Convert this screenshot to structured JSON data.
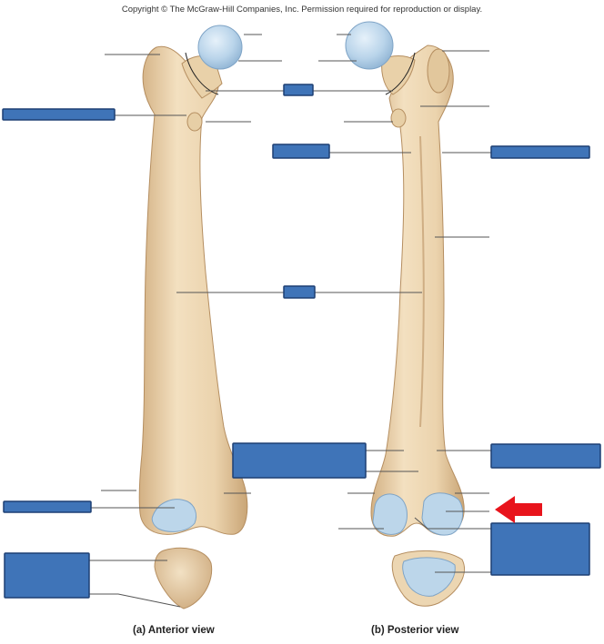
{
  "header": {
    "copyright": "Copyright © The McGraw-Hill Companies, Inc. Permission required for reproduction or display."
  },
  "views": {
    "anterior": "(a) Anterior view",
    "posterior": "(b) Posterior view"
  },
  "colors": {
    "bone": "#ecd6b2",
    "bone_shadow": "#cfae84",
    "cartilage": "#bcd6ea",
    "label_box": "#3f74b8",
    "label_border": "#1d3f73",
    "leader_line": "#555555",
    "arrow": "#e8141c"
  },
  "icons": {
    "pointer": "red-arrow-icon"
  }
}
